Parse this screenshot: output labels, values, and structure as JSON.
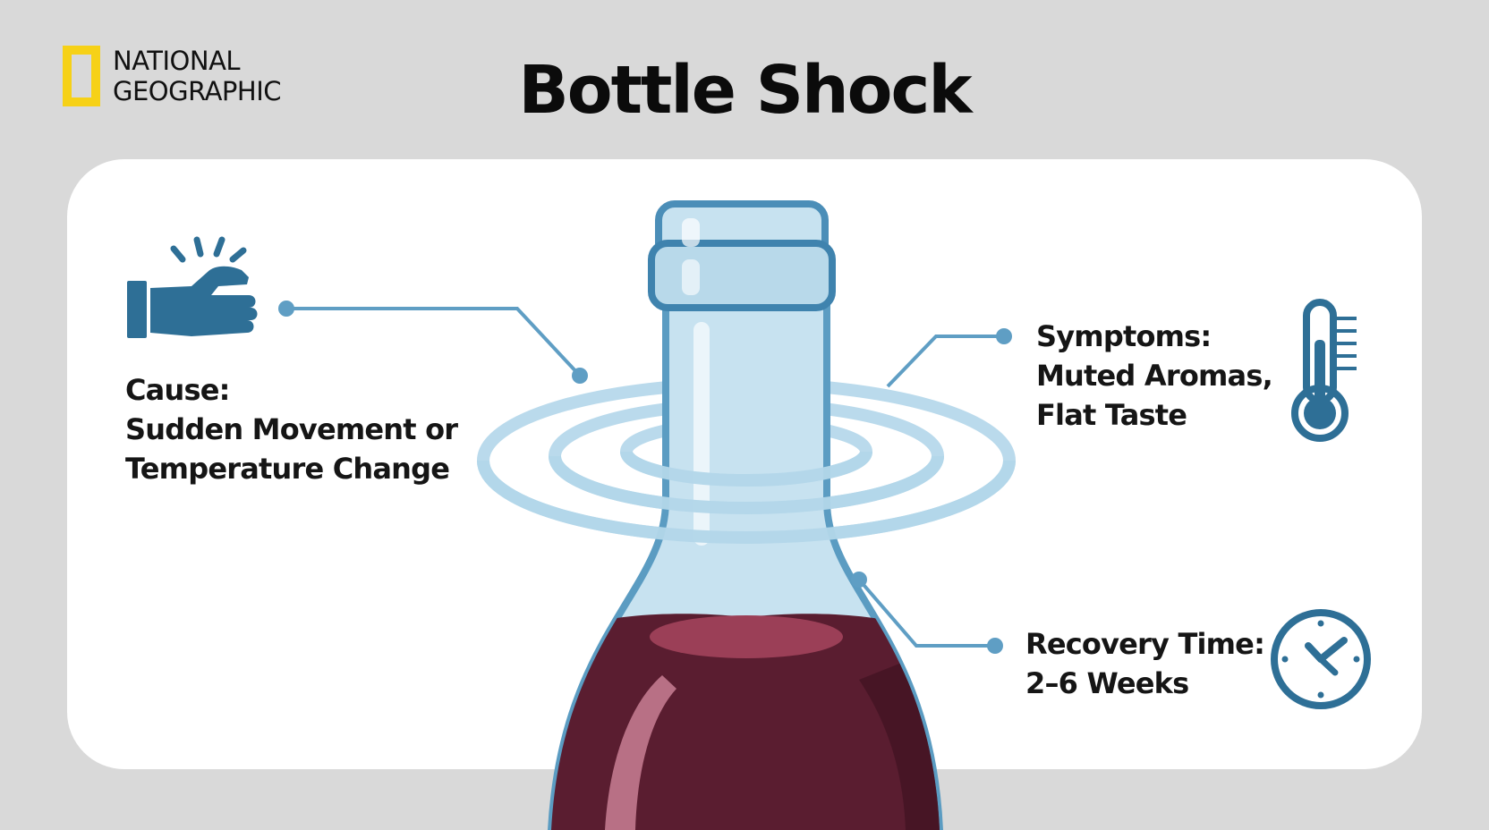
{
  "logo": {
    "line1": "NATIONAL",
    "line2": "GEOGRAPHIC",
    "border_color": "#f6d117"
  },
  "title": "Bottle Shock",
  "callouts": {
    "cause": {
      "heading": "Cause:",
      "line1": "Sudden Movement or",
      "line2": "Temperature Change",
      "icon": "shaking-hand-icon"
    },
    "symptoms": {
      "line1": "Symptoms:",
      "line2": "Muted Aromas,",
      "line3": "Flat Taste",
      "icon": "thermometer-icon"
    },
    "recovery": {
      "line1": "Recovery Time:",
      "line2": "2–6 Weeks",
      "icon": "clock-icon"
    }
  },
  "colors": {
    "background": "#d9d9d9",
    "panel": "#ffffff",
    "icon_blue": "#2e6f96",
    "line_blue": "#5f9ec4",
    "glass": "#c7e2f0",
    "glass_outline": "#5b9cc2",
    "wine": "#5a1d30"
  }
}
